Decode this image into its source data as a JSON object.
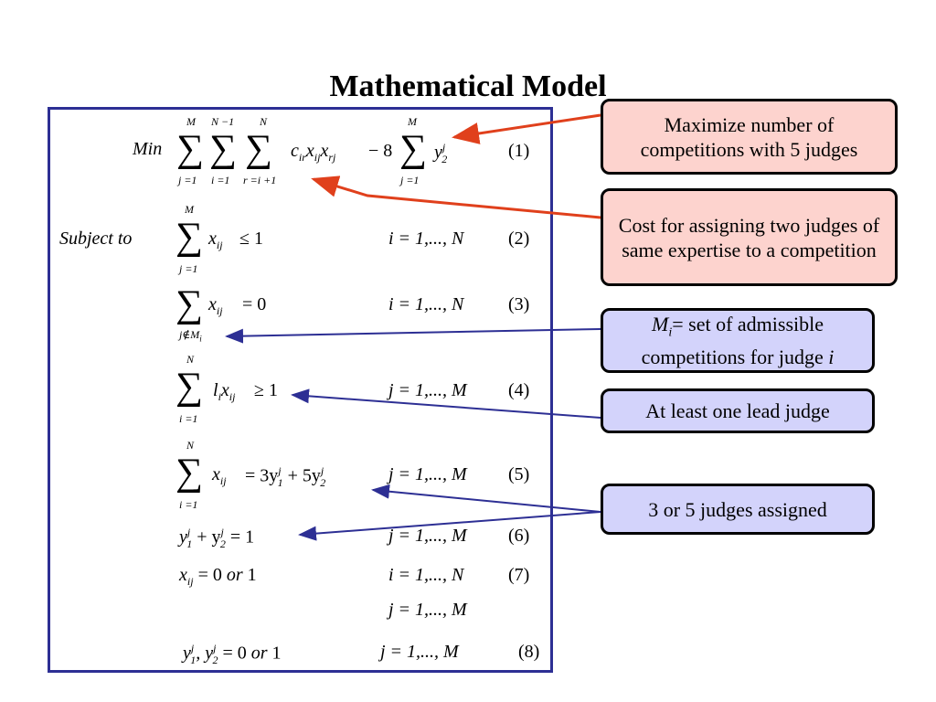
{
  "title": "Mathematical Model",
  "model": {
    "objective": {
      "min": "Min",
      "sum1_top": "M",
      "sum1_bot": "j =1",
      "sum2_top": "N −1",
      "sum2_bot": "i =1",
      "sum3_top": "N",
      "sum3_bot": "r =i +1",
      "term": "c",
      "term_sub": "ir",
      "term2": "x",
      "term2_sub": "ij",
      "term3": "x",
      "term3_sub": "rj",
      "minus": "− 8",
      "sum4_top": "M",
      "sum4_bot": "j =1",
      "y": "y",
      "y_sup": "j",
      "y_sub": "2",
      "num": "(1)"
    },
    "subject_to": "Subject to",
    "c2": {
      "top": "M",
      "bot": "j =1",
      "expr_x": "x",
      "expr_sub": "ij",
      "rel": "≤ 1",
      "range": "i = 1,..., N",
      "num": "(2)"
    },
    "c3": {
      "bot": "j∉M",
      "bot_sub": "i",
      "expr_x": "x",
      "expr_sub": "ij",
      "rel": "= 0",
      "range": "i = 1,..., N",
      "num": "(3)"
    },
    "c4": {
      "top": "N",
      "bot": "i =1",
      "expr": "l",
      "expr_sub": "i",
      "expr_x": "x",
      "expr_xsub": "ij",
      "rel": "≥ 1",
      "range": "j = 1,..., M",
      "num": "(4)"
    },
    "c5": {
      "top": "N",
      "bot": "i =1",
      "expr_x": "x",
      "expr_sub": "ij",
      "rel": "= 3y",
      "rel_sup": "j",
      "rel_sub": "1",
      "plus": "+ 5y",
      "plus_sup": "j",
      "plus_sub": "2",
      "range": "j = 1,..., M",
      "num": "(5)"
    },
    "c6": {
      "lhs": "y",
      "lhs_sup": "j",
      "lhs_sub": "1",
      "plus": "+ y",
      "plus_sup": "j",
      "plus_sub": "2",
      "rel": "= 1",
      "range": "j = 1,..., M",
      "num": "(6)"
    },
    "c7": {
      "lhs": "x",
      "lhs_sub": "ij",
      "rel": "= 0",
      "or": "or",
      "one": "1",
      "range": "i = 1,..., N",
      "range2": "j = 1,..., M",
      "num": "(7)"
    },
    "c8": {
      "lhs": "y",
      "lhs_sup": "j",
      "lhs_sub": "1",
      "comma": ", y",
      "c_sup": "j",
      "c_sub": "2",
      "rel": "= 0",
      "or": "or",
      "one": "1",
      "range": "j = 1,..., M",
      "num": "(8)"
    }
  },
  "notes": {
    "maximize": "Maximize number of competitions with 5 judges",
    "cost": "Cost for assigning two judges of same expertise to a competition",
    "admissible_m": "M",
    "admissible_sub": "i",
    "admissible_rest": "= set of admissible competitions for judge",
    "admissible_i": "i",
    "lead": "At least one lead judge",
    "assigned": "3 or 5 judges assigned"
  },
  "colors": {
    "frame": "#2d2f94",
    "red_box": "#fdd3ce",
    "blue_box": "#d3d3fb",
    "red_arrow": "#e0401c",
    "blue_arrow": "#2d2f94"
  }
}
